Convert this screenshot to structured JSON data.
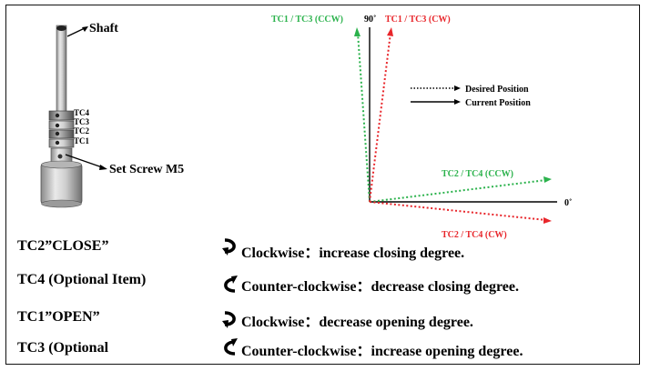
{
  "figure": {
    "labels": {
      "shaft": "Shaft",
      "set_screw": "Set Screw M5",
      "tc4": "TC4",
      "tc3": "TC3",
      "tc2": "TC2",
      "tc1": "TC1"
    }
  },
  "diagram": {
    "angle_90": "90˚",
    "angle_0": "0˚",
    "top_left_label": "TC1 / TC3 (CCW)",
    "top_right_label": "TC1 / TC3 (CW)",
    "low_upper_label": "TC2 / TC4 (CCW)",
    "low_lower_label": "TC2 / TC4 (CW)",
    "legend": {
      "desired": "Desired Position",
      "current": "Current Position"
    },
    "colors": {
      "green": "#2bb24c",
      "red": "#e8262b",
      "black": "#000000"
    }
  },
  "instructions": [
    {
      "label": "TC2”CLOSE”",
      "direction": "clockwise",
      "text": "Clockwise：increase closing degree."
    },
    {
      "label": "TC4 (Optional Item)",
      "direction": "counter-clockwise",
      "text": "Counter-clockwise：decrease closing degree."
    },
    {
      "label": "TC1”OPEN”",
      "direction": "clockwise",
      "text": "Clockwise：decrease opening degree."
    },
    {
      "label": "TC3 (Optional",
      "direction": "counter-clockwise",
      "text": "Counter-clockwise：increase opening degree."
    }
  ]
}
